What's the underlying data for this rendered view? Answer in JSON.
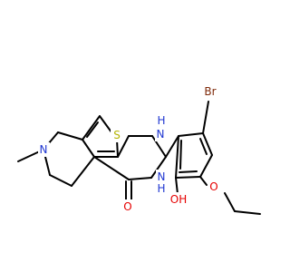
{
  "molecule": {
    "atom_labels": {
      "sulfur": "S",
      "nh_top": "N",
      "nh_top_h": "H",
      "nh_bottom": "N",
      "nh_bottom_h": "H",
      "amine": "N",
      "carbonyl_o": "O",
      "bromine": "Br",
      "hydroxyl": "OH",
      "ether_o": "O"
    },
    "colors": {
      "bond": "#000000",
      "sulfur": "#b3b300",
      "nitrogen": "#1f36d1",
      "oxygen": "#e60000",
      "bromine": "#7f2a0a"
    }
  }
}
